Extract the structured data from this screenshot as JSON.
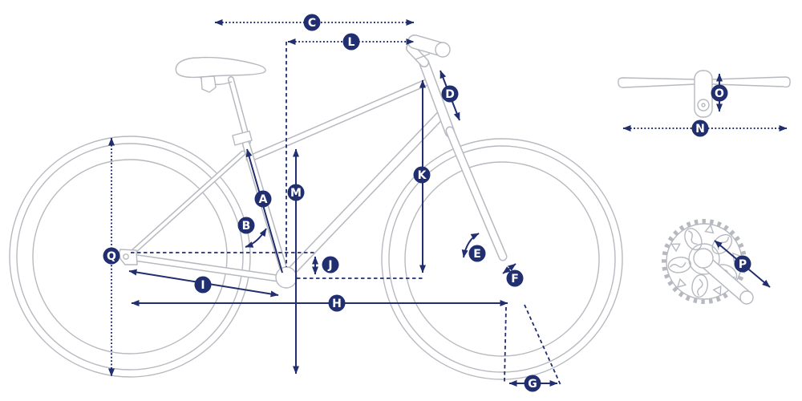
{
  "diagram": {
    "colors": {
      "accent": "#212e6f",
      "bike_outline": "#b7b9c0",
      "background": "#ffffff",
      "marker_text": "#ffffff"
    },
    "markers": [
      {
        "letter": "A"
      },
      {
        "letter": "B"
      },
      {
        "letter": "C"
      },
      {
        "letter": "D"
      },
      {
        "letter": "E"
      },
      {
        "letter": "F"
      },
      {
        "letter": "G"
      },
      {
        "letter": "H"
      },
      {
        "letter": "I"
      },
      {
        "letter": "J"
      },
      {
        "letter": "K"
      },
      {
        "letter": "L"
      },
      {
        "letter": "M"
      },
      {
        "letter": "N"
      },
      {
        "letter": "O"
      },
      {
        "letter": "P"
      },
      {
        "letter": "Q"
      }
    ]
  }
}
